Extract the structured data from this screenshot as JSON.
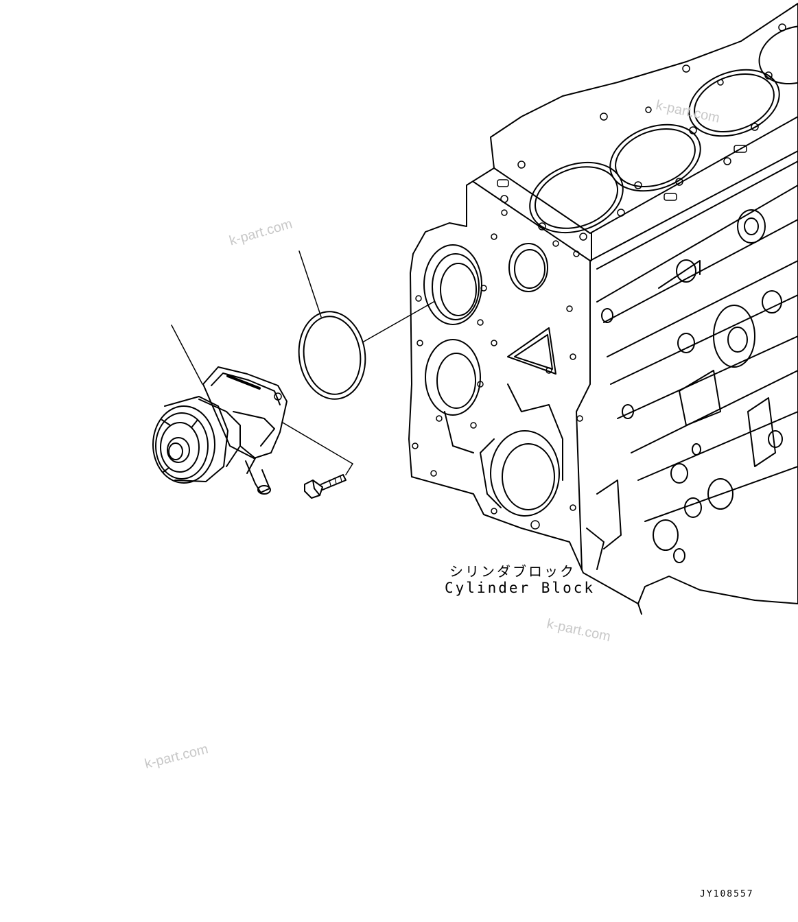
{
  "colors": {
    "line": "#000000",
    "background": "#ffffff",
    "watermark": "#c8c8c8"
  },
  "labels": {
    "cylinder_block_jp": "シリンダブロック",
    "cylinder_block_en": "Cylinder Block",
    "figure_code": "JY108557"
  },
  "watermarks": [
    "k-part.com",
    "k-part.com",
    "k-part.com",
    "k-part.com"
  ]
}
